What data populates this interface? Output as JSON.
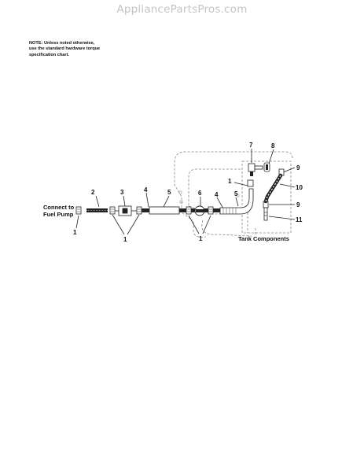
{
  "watermark": "AppliancePartsPros.com",
  "note": {
    "line1": "NOTE: Unless noted otherwise,",
    "line2": "use the standard hardware torque",
    "line3": "specification chart."
  },
  "labels": {
    "connect1": "Connect to",
    "connect2": "Fuel Pump",
    "tank": "Tank Components"
  },
  "callouts": {
    "c1a": "1",
    "c1b": "1",
    "c1c": "1",
    "c1d": "1",
    "c2": "2",
    "c3": "3",
    "c4a": "4",
    "c4b": "4",
    "c5a": "5",
    "c5b": "5",
    "c6": "6",
    "c7": "7",
    "c8": "8",
    "c9a": "9",
    "c9b": "9",
    "c10": "10",
    "c11": "11"
  }
}
